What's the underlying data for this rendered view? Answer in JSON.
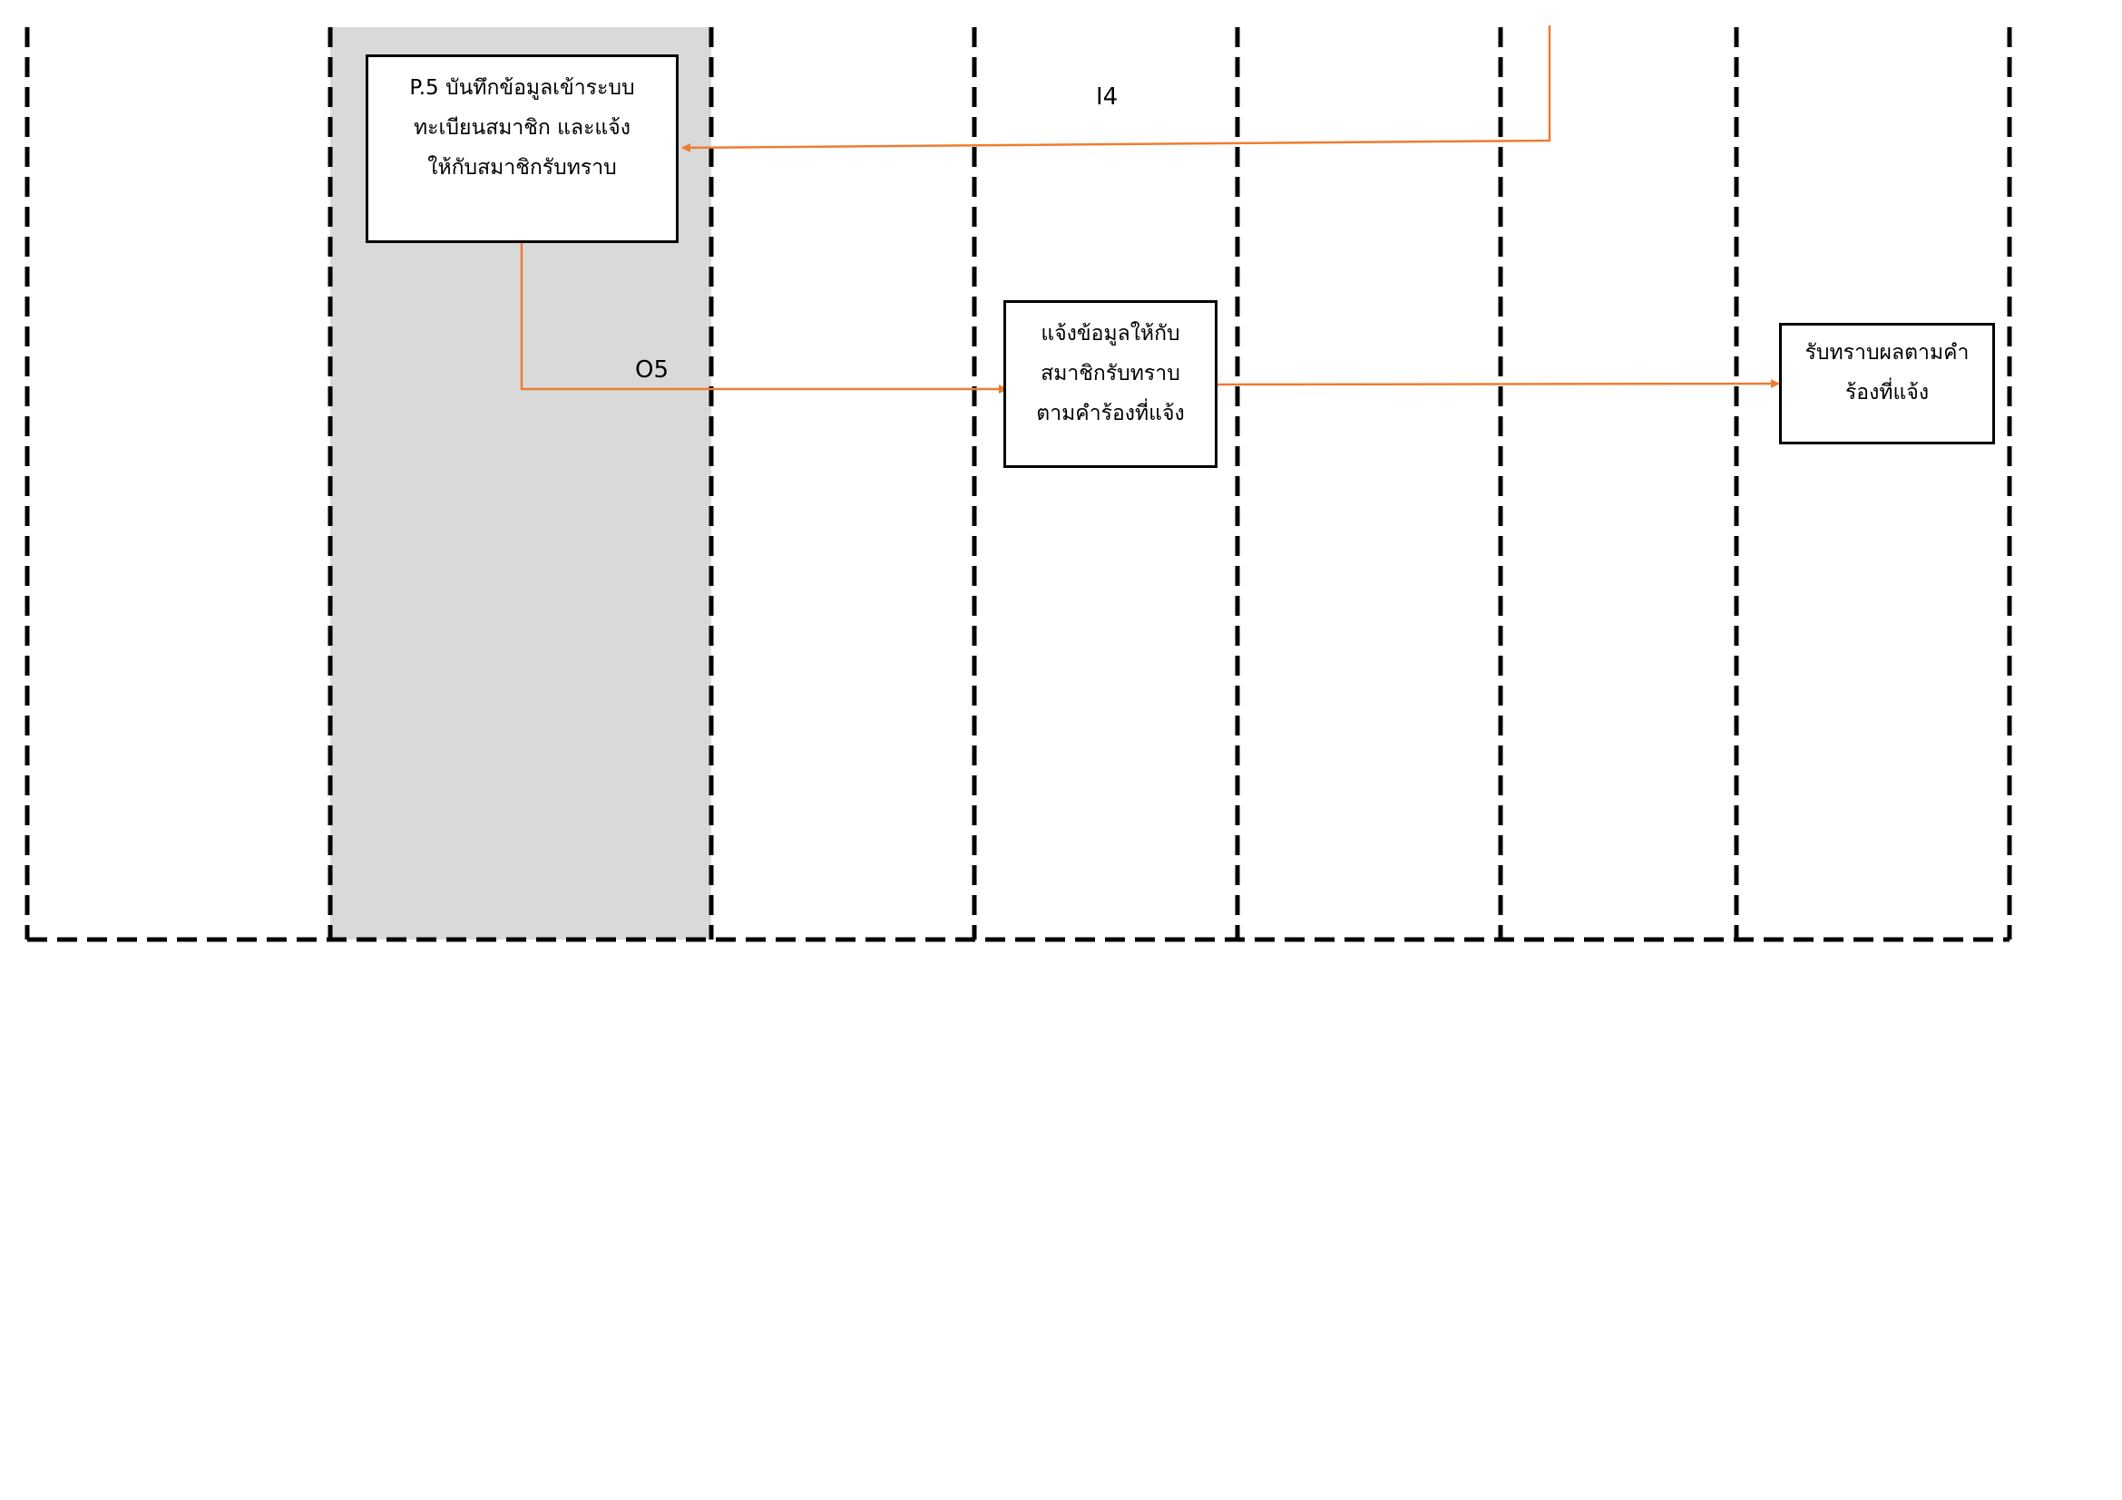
{
  "colors": {
    "flow": "#ed7d31",
    "highlight_lane": "#d9d9d9",
    "border": "#000000"
  },
  "boxes": {
    "p5": {
      "lines": [
        "P.5 บันทึกข้อมูลเข้าระบบ",
        "ทะเบียนสมาชิก และแจ้ง",
        "ให้กับสมาชิกรับทราบ"
      ]
    },
    "notify": {
      "lines": [
        "แจ้งข้อมูลให้กับ",
        "สมาชิกรับทราบ",
        "ตามคำร้องที่แจ้ง"
      ]
    },
    "acknowledge": {
      "lines": [
        "รับทราบผลตามคำ",
        "ร้องที่แจ้ง"
      ]
    }
  },
  "labels": {
    "i4": "I4",
    "o5": "O5"
  }
}
